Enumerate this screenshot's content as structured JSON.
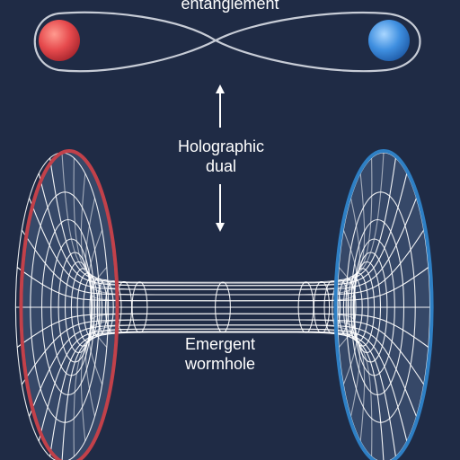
{
  "labels": {
    "top": "entanglement",
    "holographic_line1": "Holographic",
    "holographic_line2": "dual",
    "wormhole_line1": "Emergent",
    "wormhole_line2": "wormhole"
  },
  "colors": {
    "background": "#1f2b45",
    "mesh": "#ffffff",
    "mouth_fill": "#3b4e6f",
    "left_accent": "#c2414a",
    "right_accent": "#2e7fc4",
    "loop": "#c7ccd6",
    "left_particle": "#e64a4d",
    "right_particle": "#3f8fe0"
  },
  "icons": [
    "red-particle-icon",
    "blue-particle-icon",
    "double-arrow-icon"
  ]
}
